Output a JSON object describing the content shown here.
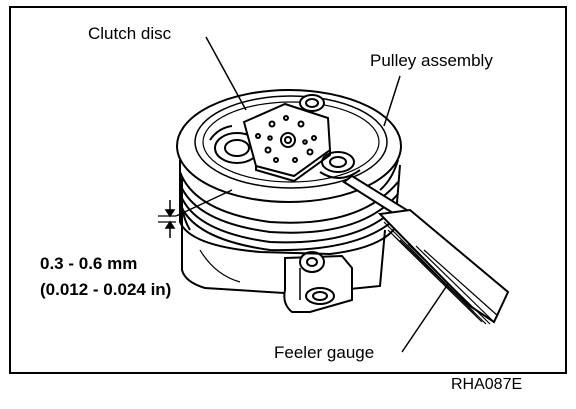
{
  "labels": {
    "clutch_disc": "Clutch disc",
    "pulley_assembly": "Pulley assembly",
    "gap_mm": "0.3 - 0.6 mm",
    "gap_in": "(0.012 - 0.024 in)",
    "feeler_gauge": "Feeler gauge",
    "figure_code": "RHA087E"
  }
}
